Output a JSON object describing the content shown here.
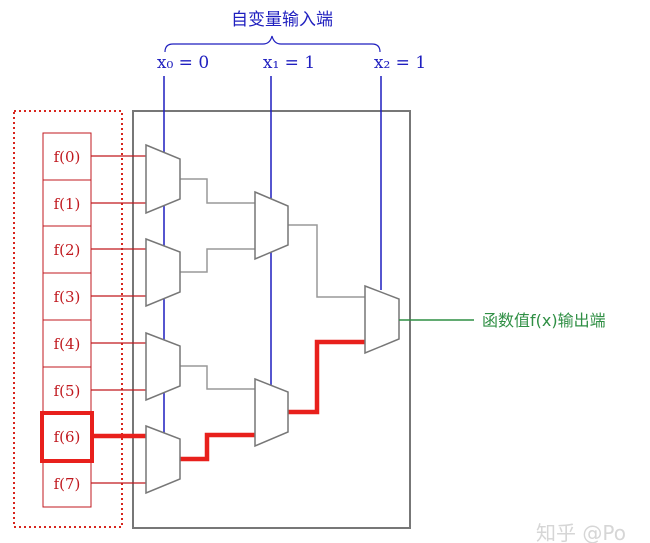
{
  "title": "自变量输入端",
  "inputs": [
    {
      "label": "x₀ = 0",
      "value": "0"
    },
    {
      "label": "x₁ = 1",
      "value": "1"
    },
    {
      "label": "x₂ = 1",
      "value": "1"
    }
  ],
  "cells": [
    "f(0)",
    "f(1)",
    "f(2)",
    "f(3)",
    "f(4)",
    "f(5)",
    "f(6)",
    "f(7)"
  ],
  "selected_cell_index": 6,
  "output_label": "函数值f(x)输出端",
  "watermark": "知乎 @Po",
  "colors": {
    "input_blue": "#1f1fbf",
    "cell_red": "#c0191f",
    "path_red": "#e8201c",
    "wire_gray": "#999999",
    "box_gray": "#777777",
    "output_green": "#2f8f44"
  }
}
